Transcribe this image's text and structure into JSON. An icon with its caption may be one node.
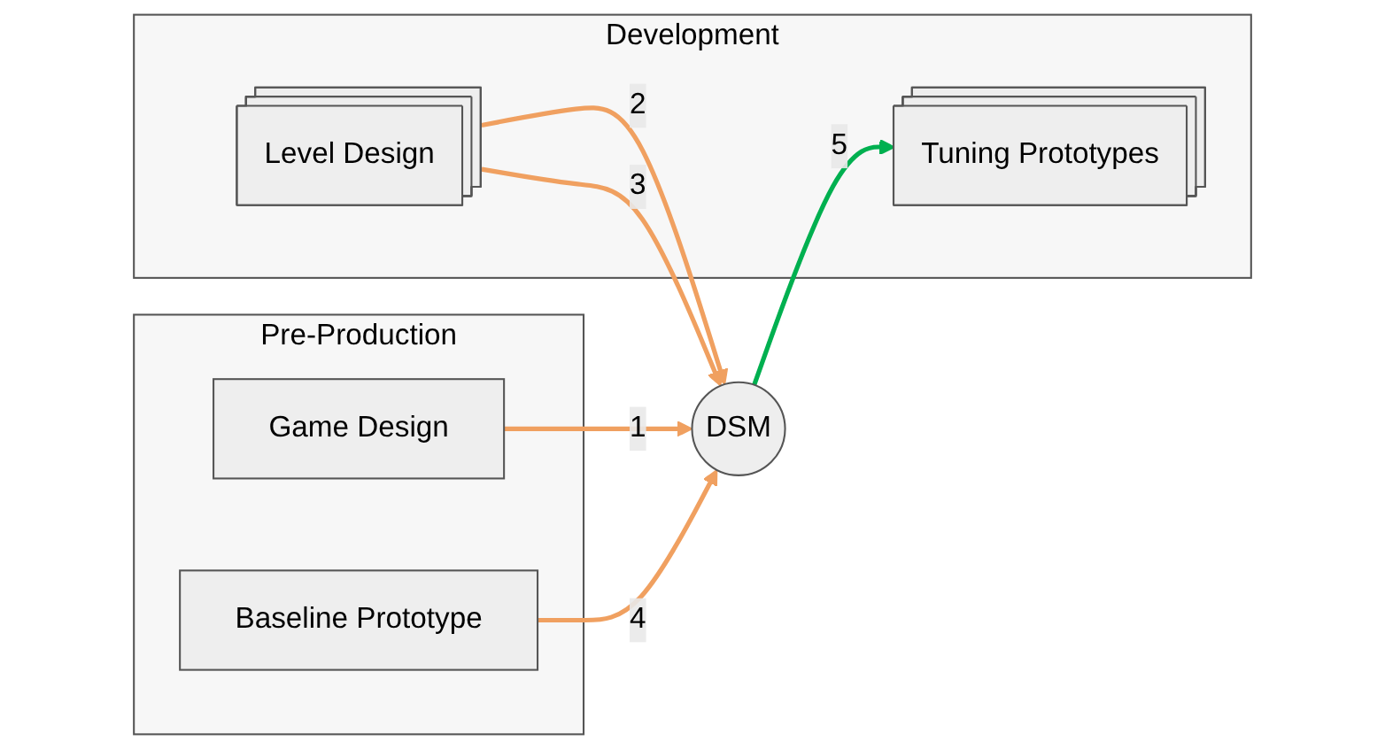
{
  "diagram": {
    "nodes": [
      {
        "text": [
          "Pre-Production"
        ]
      },
      {
        "text": [
          "Game Design"
        ],
        "in": 0
      },
      {
        "text": [
          "Baseline Prototype"
        ],
        "in": 0
      },
      {
        "text": [
          "DSM"
        ]
      },
      {
        "text": [
          "Development"
        ]
      },
      {
        "text": [
          "Level Design"
        ],
        "in": 4
      },
      {
        "text": [
          "Tuning Prototypes"
        ],
        "in": 4
      }
    ],
    "edges": [
      {
        "from": 1,
        "to": 3,
        "arrow": "to",
        "label": "1"
      },
      {
        "from": 5,
        "to": 3,
        "arrow": "to",
        "label": "2"
      },
      {
        "from": 5,
        "to": 3,
        "arrow": "to",
        "label": "3"
      },
      {
        "from": 2,
        "to": 3,
        "arrow": "to",
        "label": "4"
      },
      {
        "from": 3,
        "to": 6,
        "arrow": "to",
        "label": "5",
        "color": "#00b050"
      }
    ]
  }
}
